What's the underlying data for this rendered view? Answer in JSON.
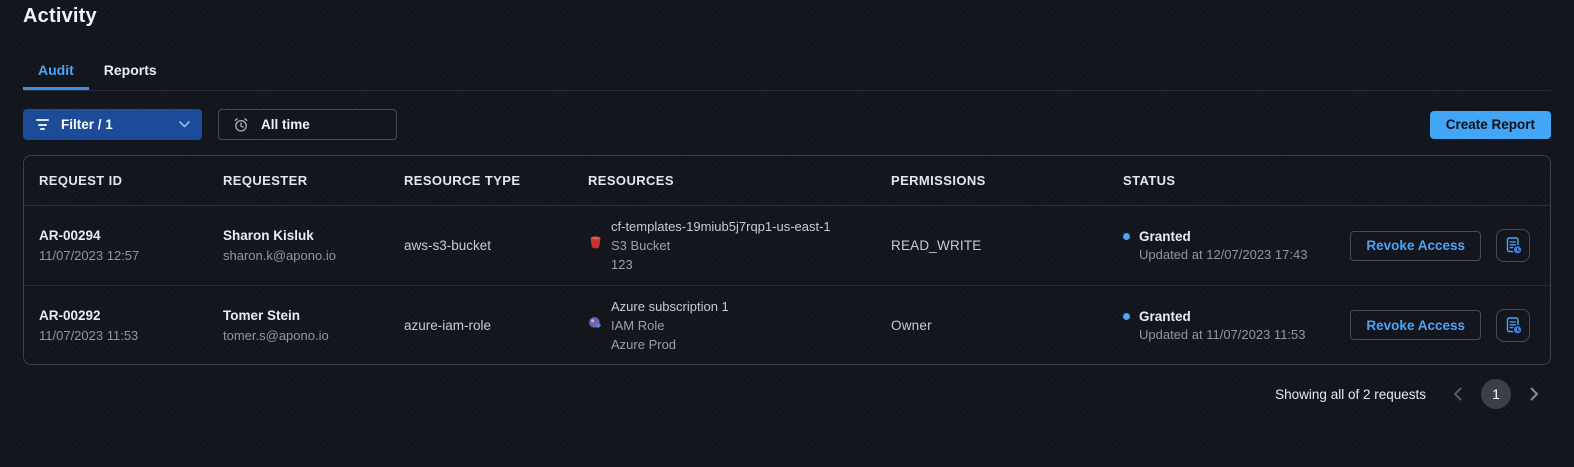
{
  "page": {
    "title": "Activity"
  },
  "tabs": [
    {
      "label": "Audit",
      "active": true
    },
    {
      "label": "Reports",
      "active": false
    }
  ],
  "toolbar": {
    "filter_label": "Filter / 1",
    "filter_icon": "filter-icon",
    "filter_chevron_icon": "chevron-down-icon",
    "time_range_label": "All time",
    "time_icon": "alarm-clock-icon",
    "create_report_label": "Create Report"
  },
  "table": {
    "columns": [
      "REQUEST ID",
      "REQUESTER",
      "RESOURCE TYPE",
      "RESOURCES",
      "PERMISSIONS",
      "STATUS"
    ],
    "rows": [
      {
        "request_id": "AR-00294",
        "request_date": "11/07/2023 12:57",
        "requester_name": "Sharon Kisluk",
        "requester_email": "sharon.k@apono.io",
        "resource_type": "aws-s3-bucket",
        "provider": "aws",
        "provider_icon": "aws-s3-icon",
        "resource_name": "cf-templates-19miub5j7rqp1-us-east-1",
        "resource_kind": "S3 Bucket",
        "resource_detail": "123",
        "permissions": "READ_WRITE",
        "status": "Granted",
        "status_updated": "Updated at 12/07/2023 17:43",
        "revoke_label": "Revoke Access",
        "history_icon": "report-history-icon"
      },
      {
        "request_id": "AR-00292",
        "request_date": "11/07/2023 11:53",
        "requester_name": "Tomer Stein",
        "requester_email": "tomer.s@apono.io",
        "resource_type": "azure-iam-role",
        "provider": "azure",
        "provider_icon": "azure-icon",
        "resource_name": "Azure subscription 1",
        "resource_kind": "IAM Role",
        "resource_detail": "Azure Prod",
        "permissions": "Owner",
        "status": "Granted",
        "status_updated": "Updated at 11/07/2023 11:53",
        "revoke_label": "Revoke Access",
        "history_icon": "report-history-icon"
      }
    ]
  },
  "footer": {
    "summary": "Showing all of 2 requests",
    "current_page": "1",
    "prev_icon": "chevron-left-icon",
    "next_icon": "chevron-right-icon"
  },
  "colors": {
    "background": "#12151c",
    "accent_blue": "#4da3f5",
    "filter_button_bg": "#1c4b99",
    "create_report_bg": "#42a5f5",
    "status_granted_dot": "#4da3f5",
    "aws_icon_red": "#c7342c",
    "azure_icon_purple": "#7b5ea7",
    "border": "#39404e",
    "secondary_text": "#8f96a1"
  }
}
